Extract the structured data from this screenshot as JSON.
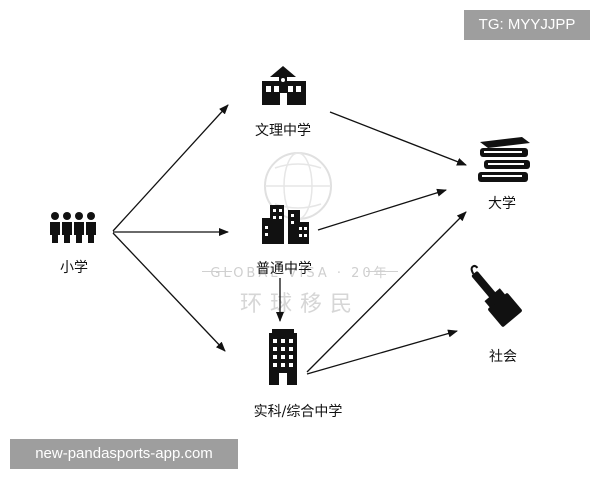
{
  "nodes": {
    "primary": {
      "label": "小学"
    },
    "liberal_science": {
      "label": "文理中学"
    },
    "general": {
      "label": "普通中学"
    },
    "vocational": {
      "label": "实科/综合中学"
    },
    "university": {
      "label": "大学"
    },
    "society": {
      "label": "社会"
    }
  },
  "tag": {
    "text": "TG: MYYJJPP"
  },
  "site": {
    "text": "new-pandasports-app.com"
  },
  "watermark": {
    "years": "GLOBAL VISA · 20年",
    "name": "环球移民"
  }
}
